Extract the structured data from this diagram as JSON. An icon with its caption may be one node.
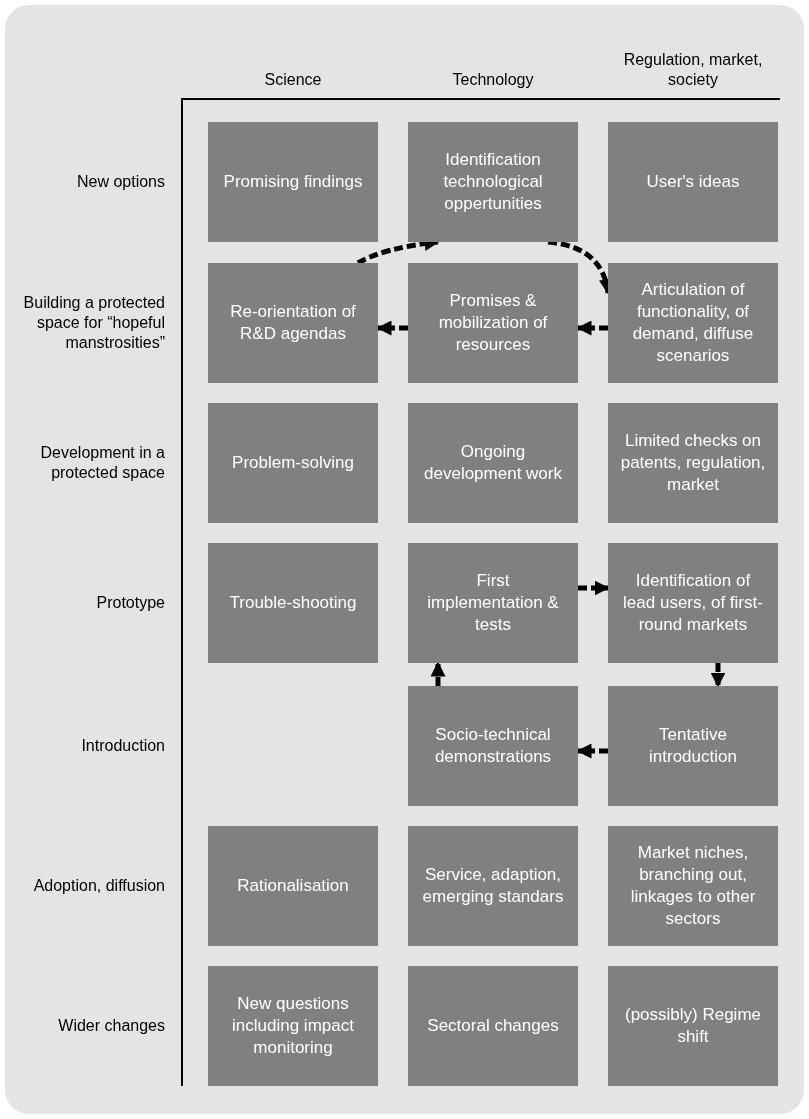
{
  "diagram": {
    "nodes": [
      {
        "text": [
          "Promising findings"
        ]
      },
      {
        "text": [
          "Identification technological oppertunities"
        ]
      },
      {
        "text": [
          "User's ideas"
        ]
      },
      {
        "text": [
          "Re-orientation of R&D agendas"
        ]
      },
      {
        "text": [
          "Promises & mobilization of resources"
        ]
      },
      {
        "text": [
          "Articulation of functionality, of demand, diffuse scenarios"
        ]
      },
      {
        "text": [
          "Problem-solving"
        ]
      },
      {
        "text": [
          "Ongoing development work"
        ]
      },
      {
        "text": [
          "Limited checks on patents, regulation, market"
        ]
      },
      {
        "text": [
          "Trouble-shooting"
        ]
      },
      {
        "text": [
          "First implementation & tests"
        ]
      },
      {
        "text": [
          "Identification of lead users, of first-round markets"
        ]
      },
      {
        "text": [
          "Socio-technical demonstrations"
        ]
      },
      {
        "text": [
          "Tentative introduction"
        ]
      },
      {
        "text": [
          "Rationalisation"
        ]
      },
      {
        "text": [
          "Service, adaption, emerging standars"
        ]
      },
      {
        "text": [
          "Market niches, branching out, linkages to other sectors"
        ]
      },
      {
        "text": [
          "New questions including impact monitoring"
        ]
      },
      {
        "text": [
          "Sectoral changes"
        ]
      },
      {
        "text": [
          "(possibly) Regime shift"
        ]
      }
    ],
    "edges": [
      {
        "from": 1,
        "to": 5,
        "arrow": "to",
        "style": "dashed"
      },
      {
        "from": 5,
        "to": 4,
        "arrow": "to",
        "style": "dashed"
      },
      {
        "from": 4,
        "to": 3,
        "arrow": "to",
        "style": "dashed"
      },
      {
        "from": 3,
        "to": 1,
        "arrow": "to",
        "style": "dashed"
      },
      {
        "from": 10,
        "to": 11,
        "arrow": "to",
        "style": "dashed"
      },
      {
        "from": 11,
        "to": 13,
        "arrow": "to",
        "style": "dashed"
      },
      {
        "from": 13,
        "to": 12,
        "arrow": "to",
        "style": "dashed"
      },
      {
        "from": 12,
        "to": 10,
        "arrow": "to",
        "style": "dashed"
      }
    ],
    "labels": [
      "Science",
      "Technology",
      "Regulation, market, society",
      "New options",
      "Building a protected space for “hopeful manstrosities”",
      "Development in a protected space",
      "Prototype",
      "Introduction",
      "Adoption, diffusion",
      "Wider changes"
    ]
  }
}
